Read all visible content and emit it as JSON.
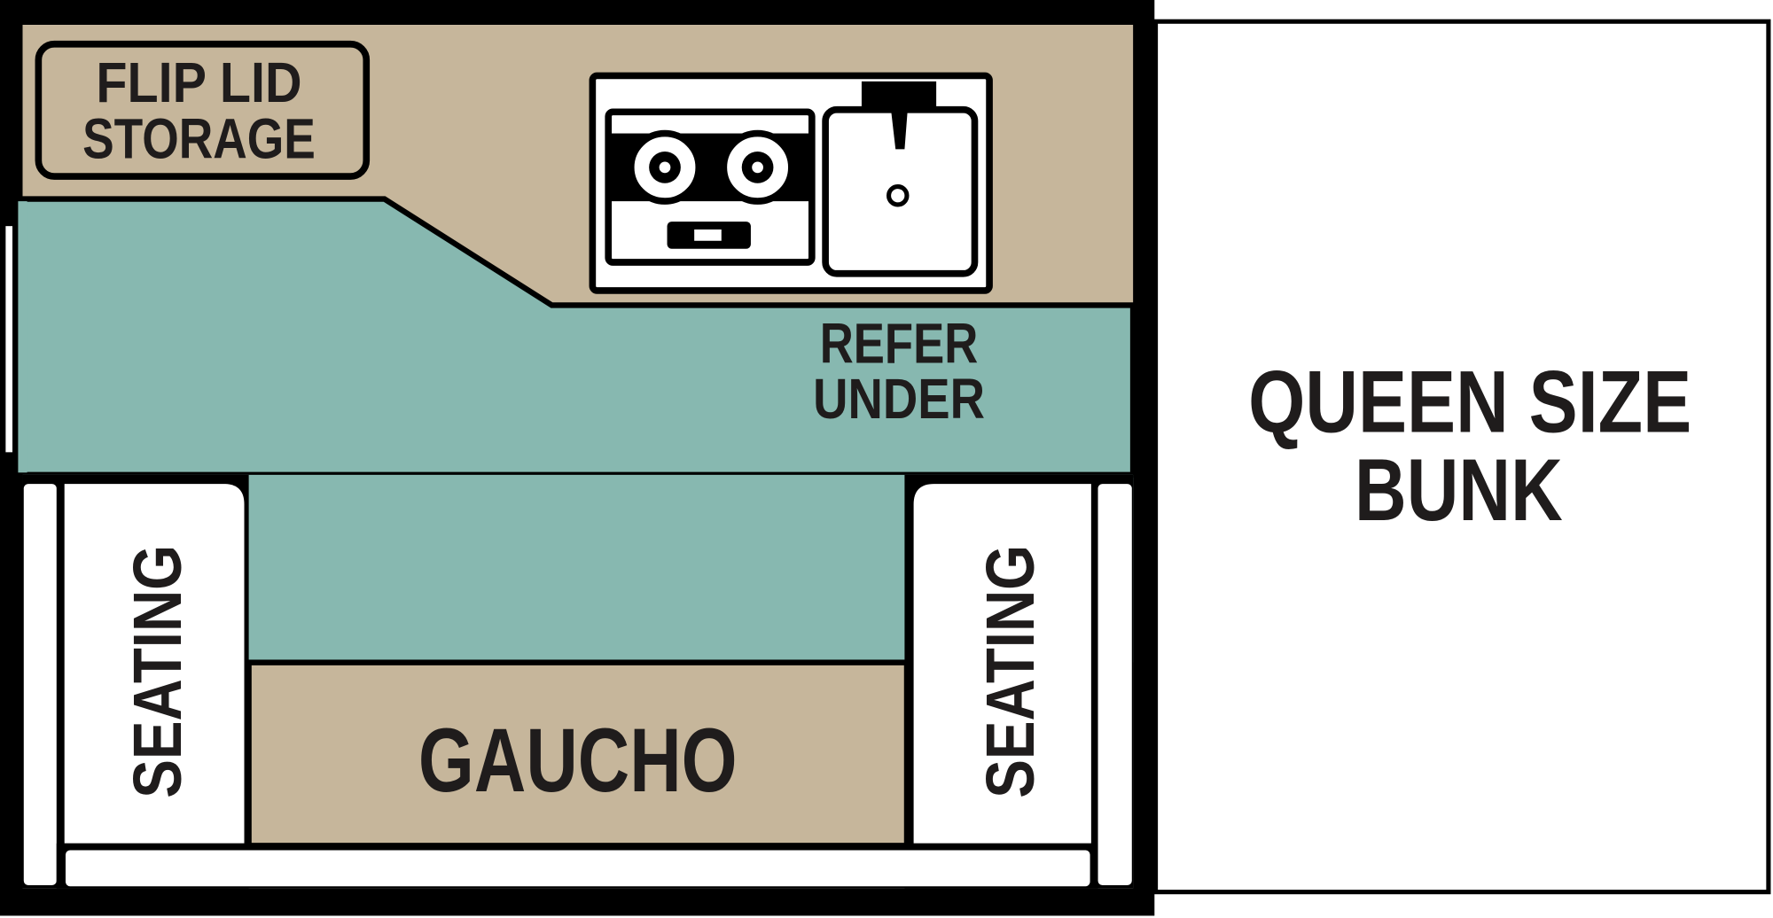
{
  "title": "Floor plan",
  "labels": {
    "flip_lid_line1": "FLIP LID",
    "flip_lid_line2": "STORAGE",
    "refer_line1": "REFER",
    "refer_line2": "UNDER",
    "seating_left": "SEATING",
    "seating_right": "SEATING",
    "gaucho": "GAUCHO",
    "bunk_line1": "QUEEN SIZE",
    "bunk_line2": "BUNK"
  },
  "colors": {
    "tan": "#c6b69b",
    "teal": "#87b8b0",
    "outline": "#000000",
    "white": "#ffffff"
  },
  "icons": [
    "stove-icon",
    "sink-icon"
  ]
}
